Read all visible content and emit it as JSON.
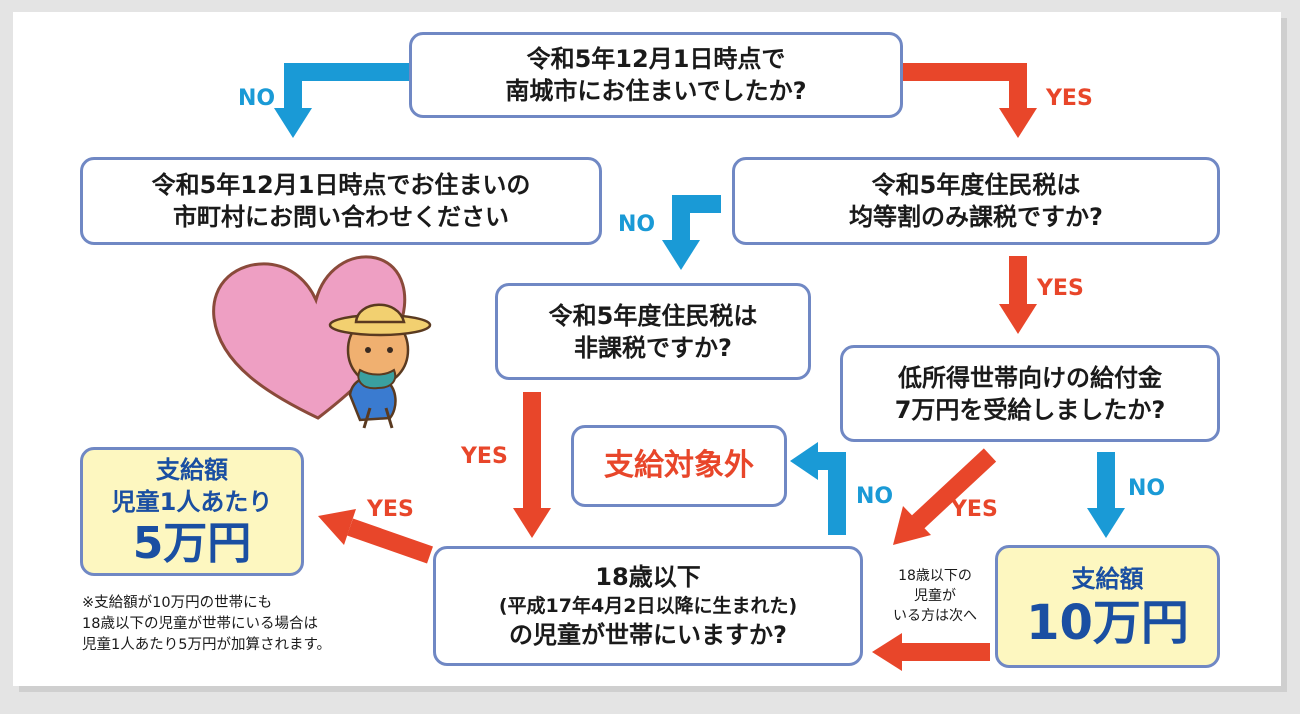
{
  "q1": {
    "lines": [
      "令和5年12月1日時点で",
      "南城市にお住まいでしたか?"
    ]
  },
  "contact": {
    "lines": [
      "令和5年12月1日時点でお住まいの",
      "市町村にお問い合わせください"
    ]
  },
  "q2": {
    "lines": [
      "令和5年度住民税は",
      "均等割のみ課税ですか?"
    ]
  },
  "q3": {
    "lines": [
      "令和5年度住民税は",
      "非課税ですか?"
    ]
  },
  "q4": {
    "lines": [
      "低所得世帯向けの給付金",
      "7万円を受給しましたか?"
    ]
  },
  "q5": {
    "line1": "18歳以下",
    "line2": "(平成17年4月2日以降に生まれた)",
    "line3": "の児童が世帯にいますか?"
  },
  "excluded": {
    "label": "支給対象外"
  },
  "result5": {
    "line1": "支給額",
    "line2": "児童1人あたり",
    "amount": "5万円"
  },
  "result10": {
    "line1": "支給額",
    "amount": "10万円"
  },
  "labels": {
    "no": "NO",
    "yes": "YES"
  },
  "hint": {
    "lines": [
      "18歳以下の",
      "児童が",
      "いる方は次へ"
    ]
  },
  "footnote": {
    "lines": [
      "※支給額が10万円の世帯にも",
      "18歳以下の児童が世帯にいる場合は",
      "児童1人あたり5万円が加算されます。"
    ]
  },
  "colors": {
    "no_arrow": "#1a9ad6",
    "yes_arrow": "#e8462a",
    "box_border": "#7088c4",
    "result_fill": "#fdf7c0",
    "result_text": "#1a4fa2",
    "heart": "#ee9fc3"
  }
}
